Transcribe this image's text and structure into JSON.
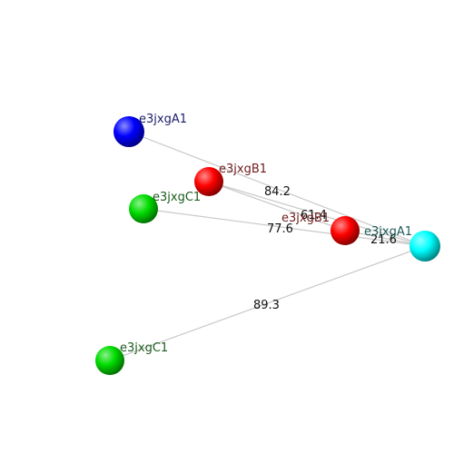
{
  "nodes": [
    {
      "id": "a1b",
      "label": "e3jxgA1",
      "color": "#0000ff",
      "label_color": "#1c1c6e"
    },
    {
      "id": "b1l",
      "label": "e3jxgB1",
      "color": "#ff0000",
      "label_color": "#6e1c1c"
    },
    {
      "id": "c1u",
      "label": "e3jxgC1",
      "color": "#00dd00",
      "label_color": "#1c5a1c"
    },
    {
      "id": "b1r",
      "label": "e3jxgB1",
      "color": "#ff0000",
      "label_color": "#6e1c1c"
    },
    {
      "id": "a1c",
      "label": "e3jxgA1",
      "color": "#00ffff",
      "label_color": "#1c5a5a"
    },
    {
      "id": "c1d",
      "label": "e3jxgC1",
      "color": "#00dd00",
      "label_color": "#1c5a1c"
    }
  ],
  "edges": [
    {
      "from": "a1b",
      "to": "a1c",
      "distance": ""
    },
    {
      "from": "b1l",
      "to": "a1c",
      "distance": "84.2"
    },
    {
      "from": "c1u",
      "to": "a1c",
      "distance": "77.6"
    },
    {
      "from": "b1r",
      "to": "a1c",
      "distance": "21.6"
    },
    {
      "from": "b1l",
      "to": "b1r",
      "distance": "61.4"
    },
    {
      "from": "c1d",
      "to": "a1c",
      "distance": "89.3"
    }
  ]
}
